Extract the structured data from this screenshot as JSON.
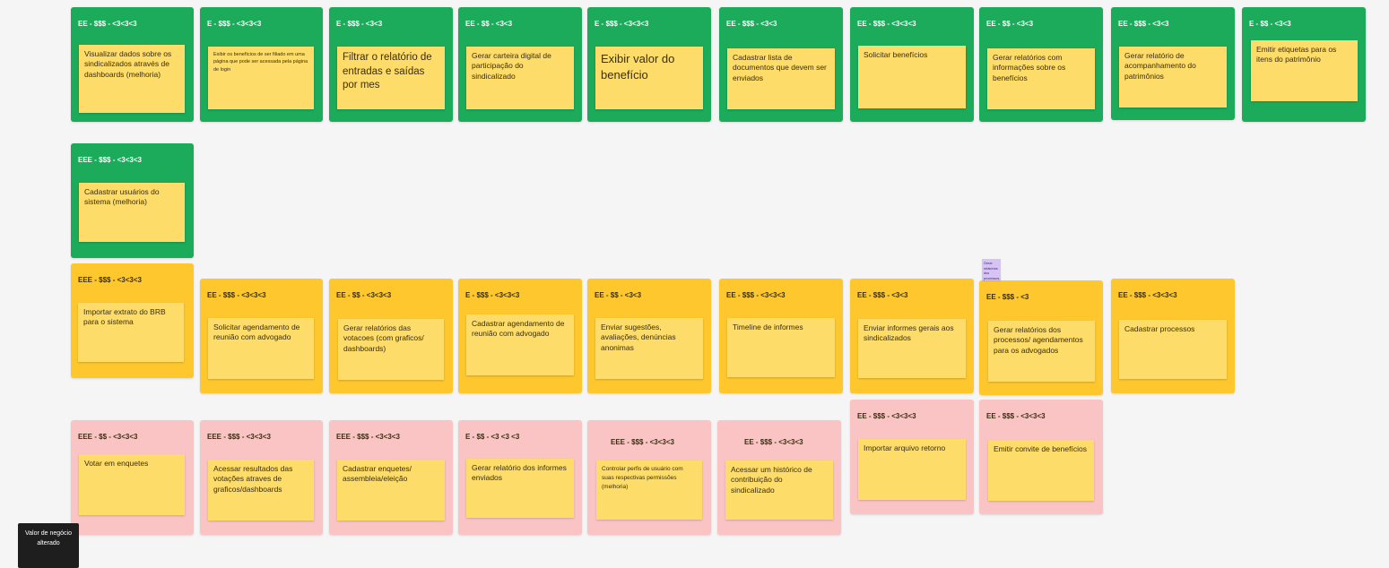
{
  "board": {
    "frames": [
      {
        "label": "EE - $$$ - <3<3<3",
        "card": "Visualizar dados sobre os sindicalizados através de dashboards (melhoria)"
      },
      {
        "label": "E - $$$ - <3<3<3",
        "card": "Exibir os benefícios de ser filiado em uma página que pode ser acessada pela página de login"
      },
      {
        "label": "E - $$$ - <3<3",
        "card": "Filtrar o relatório de entradas e saídas por mes"
      },
      {
        "label": "EE - $$ - <3<3",
        "card": "Gerar carteira digital de participação do sindicalizado"
      },
      {
        "label": "E - $$$ - <3<3<3",
        "card": "Exibir valor do benefício"
      },
      {
        "label": "EE - $$$ - <3<3",
        "card": "Cadastrar lista de documentos que devem ser enviados"
      },
      {
        "label": "EE - $$$ - <3<3<3",
        "card": "Solicitar benefícios"
      },
      {
        "label": "EE - $$ - <3<3",
        "card": "Gerar relatórios com informações sobre os benefícios"
      },
      {
        "label": "EE - $$$ - <3<3",
        "card": "Gerar relatório de acompanhamento do patrimônios"
      },
      {
        "label": "E - $$ - <3<3",
        "card": "Emitir etiquetas para os itens do patrimônio"
      },
      {
        "label": "EEE - $$$ - <3<3<3",
        "card": "Cadastrar usuários do sistema (melhoria)"
      },
      {
        "label": "EEE - $$$ - <3<3<3",
        "card": "Importar extrato do BRB para o sistema"
      },
      {
        "label": "EE - $$$ - <3<3<3",
        "card": "Solicitar agendamento de reunião com advogado"
      },
      {
        "label": "EE - $$ - <3<3<3",
        "card": "Gerar relatórios das votacoes (com graficos/ dashboards)"
      },
      {
        "label": "E - $$$ - <3<3<3",
        "card": "Cadastrar agendamento de reunião com advogado"
      },
      {
        "label": "EE - $$ - <3<3",
        "card": "Enviar sugestões, avaliações, denúncias anonimas"
      },
      {
        "label": "EE - $$$ - <3<3<3",
        "card": "Timeline de informes"
      },
      {
        "label": "EE - $$$ - <3<3",
        "card": "Enviar informes gerais aos sindicalizados"
      },
      {
        "label": "EE - $$$ - <3",
        "card": "Gerar relatórios dos processos/ agendamentos para os advogados"
      },
      {
        "label": "EE - $$$ - <3<3<3",
        "card": "Cadastrar processos"
      },
      {
        "label": "EEE - $$ - <3<3<3",
        "card": "Votar em enquetes"
      },
      {
        "label": "EEE - $$$ - <3<3<3",
        "card": "Acessar resultados das votações atraves de graficos/dashboards"
      },
      {
        "label": "EEE - $$$ - <3<3<3",
        "card": "Cadastrar enquetes/ assembleia/eleição"
      },
      {
        "label": "E - $$ - <3 <3 <3",
        "card": "Gerar relatório dos informes enviados"
      },
      {
        "label": "EEE - $$$ - <3<3<3",
        "card": "Controlar perfis de usuário com suas respectivas permissões (melhoria)"
      },
      {
        "label": "EE - $$$ - <3<3<3",
        "card": "Acessar um histórico de contribuição do sindicalizado"
      },
      {
        "label": "EE - $$$ - <3<3<3",
        "card": "Importar arquivo retorno"
      },
      {
        "label": "EE - $$$ - <3<3<3",
        "card": "Emitir convite de benefícios"
      }
    ],
    "purple_note": "Gerar relatórios dos processos...",
    "legend": "Valor de negócio alterado"
  }
}
